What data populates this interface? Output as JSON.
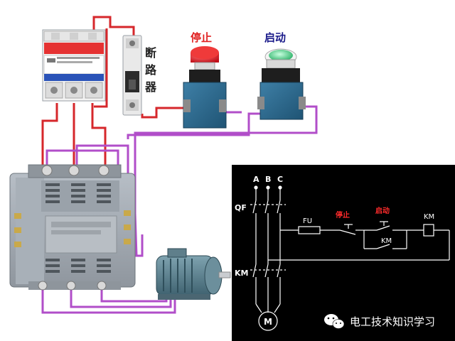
{
  "wiring": {
    "breaker_label": [
      "断",
      "路",
      "器"
    ],
    "stop_label": "停止",
    "start_label": "启动"
  },
  "schematic": {
    "phase_a": "A",
    "phase_b": "B",
    "phase_c": "C",
    "qf": "QF",
    "km_main": "KM",
    "fu": "FU",
    "stop": "停止",
    "start": "启动",
    "km_aux": "KM",
    "km_coil": "KM",
    "motor": "M"
  },
  "watermark": {
    "text": "电工技术知识学习"
  },
  "colors": {
    "power_wire": "#d6272b",
    "control_wire": "#b14ec9",
    "stop_text": "#e02020",
    "start_text": "#1a1a8a",
    "schematic_bg": "#000000",
    "schematic_red": "#ff2b2b"
  }
}
